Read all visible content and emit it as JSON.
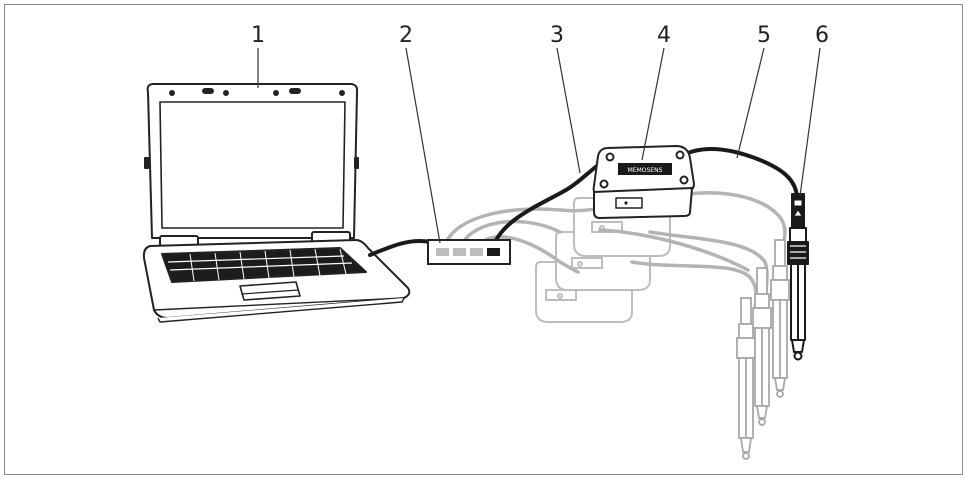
{
  "callouts": [
    {
      "label": "1"
    },
    {
      "label": "2"
    },
    {
      "label": "3"
    },
    {
      "label": "4"
    },
    {
      "label": "5"
    },
    {
      "label": "6"
    }
  ],
  "device": {
    "brand_text": "MEMOSENS"
  },
  "colors": {
    "active_cable": "#1a1a1a",
    "ghost_cable": "#b4b4b4",
    "ghost_outline": "#bdbdbd",
    "outline": "#222222",
    "frame": "#8a8a8a"
  }
}
